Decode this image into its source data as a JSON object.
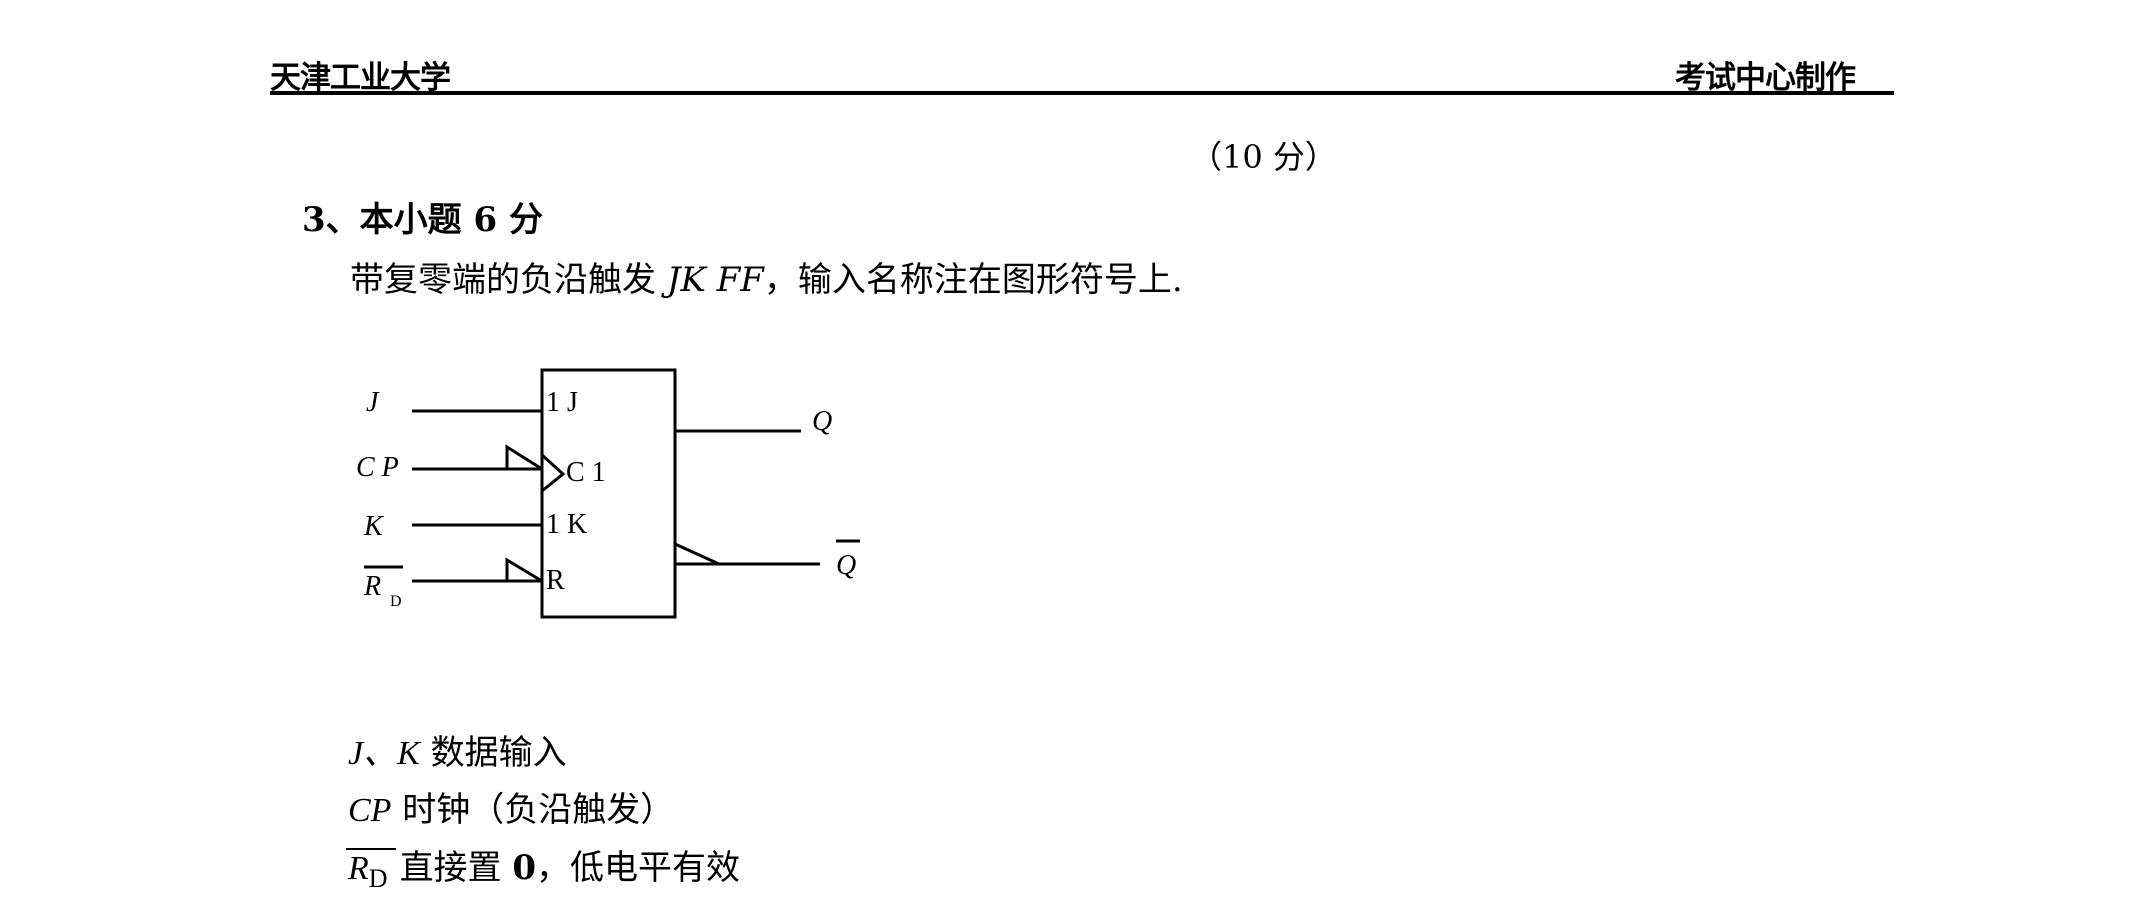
{
  "header": {
    "left": "天津工业大学",
    "right": "考试中心制作"
  },
  "prev_points": "（10 分）",
  "question": {
    "title": "3、本小题 6 分",
    "desc_pre": "带复零端的负沿触发 ",
    "desc_italic": "JK FF",
    "desc_post": "，输入名称注在图形符号上."
  },
  "circuit": {
    "inputs": {
      "j": "J",
      "cp": "C P",
      "k": "K",
      "rd_main": "R",
      "rd_sub": "D"
    },
    "inside": {
      "j": "1 J",
      "c": "C 1",
      "k": "1 K",
      "r": "R"
    },
    "outputs": {
      "q": "Q",
      "qbar": "Q"
    }
  },
  "legend": {
    "line1_italic": "J、K",
    "line1_text": " 数据输入",
    "line2_italic": "CP",
    "line2_text": " 时钟（负沿触发）",
    "line3_symbol_main": "R",
    "line3_symbol_sub": "D",
    "line3_text_pre": "直接置 ",
    "line3_text_bold": "0",
    "line3_text_post": "，低电平有效"
  }
}
